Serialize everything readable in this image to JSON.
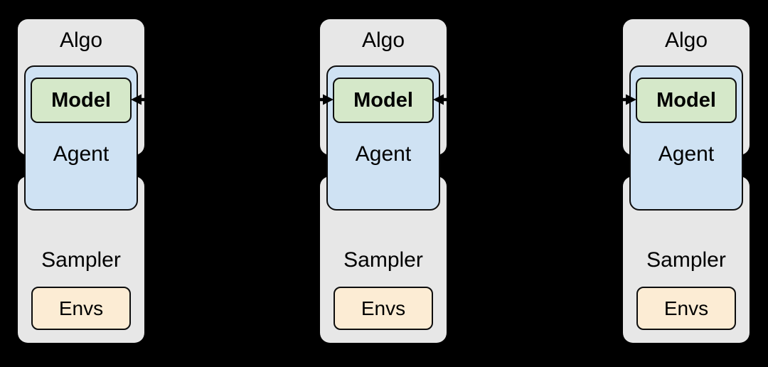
{
  "background": "#000000",
  "colors": {
    "panel_gray": "#e7e7e7",
    "agent_blue": "#cfe2f3",
    "model_green": "#d5e8c9",
    "envs_cream": "#fcecd4",
    "outline": "#0d0d0d",
    "arrow": "#000000",
    "text": "#000000"
  },
  "columns": [
    {
      "algo_label": "Algo",
      "model_label": "Model",
      "agent_label": "Agent",
      "sampler_label": "Sampler",
      "envs_label": "Envs",
      "inbound_arrows": [
        "right"
      ]
    },
    {
      "algo_label": "Algo",
      "model_label": "Model",
      "agent_label": "Agent",
      "sampler_label": "Sampler",
      "envs_label": "Envs",
      "inbound_arrows": [
        "left",
        "right"
      ]
    },
    {
      "algo_label": "Algo",
      "model_label": "Model",
      "agent_label": "Agent",
      "sampler_label": "Sampler",
      "envs_label": "Envs",
      "inbound_arrows": [
        "left"
      ]
    }
  ]
}
